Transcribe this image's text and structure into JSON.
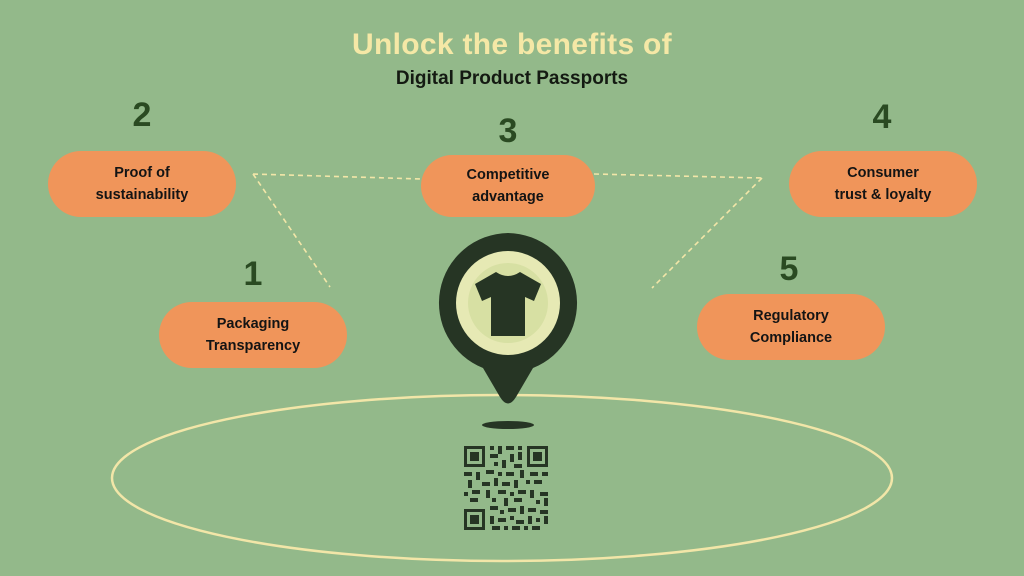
{
  "header": {
    "title": "Unlock the benefits of",
    "subtitle": "Digital Product Passports"
  },
  "benefits": [
    {
      "number": "1",
      "label": "Packaging\nTransparency"
    },
    {
      "number": "2",
      "label": "Proof of\nsustainability"
    },
    {
      "number": "3",
      "label": "Competitive\nadvantage"
    },
    {
      "number": "4",
      "label": "Consumer\ntrust & loyalty"
    },
    {
      "number": "5",
      "label": "Regulatory\nCompliance"
    }
  ],
  "icons": {
    "center": "tshirt-location-pin-icon",
    "bottom": "qr-code-icon"
  },
  "colors": {
    "background": "#93b98a",
    "pill": "#f0955a",
    "number": "#2a4a22",
    "title": "#f5e8a6",
    "pin": "#263524",
    "ellipse": "#f2e6a8"
  }
}
